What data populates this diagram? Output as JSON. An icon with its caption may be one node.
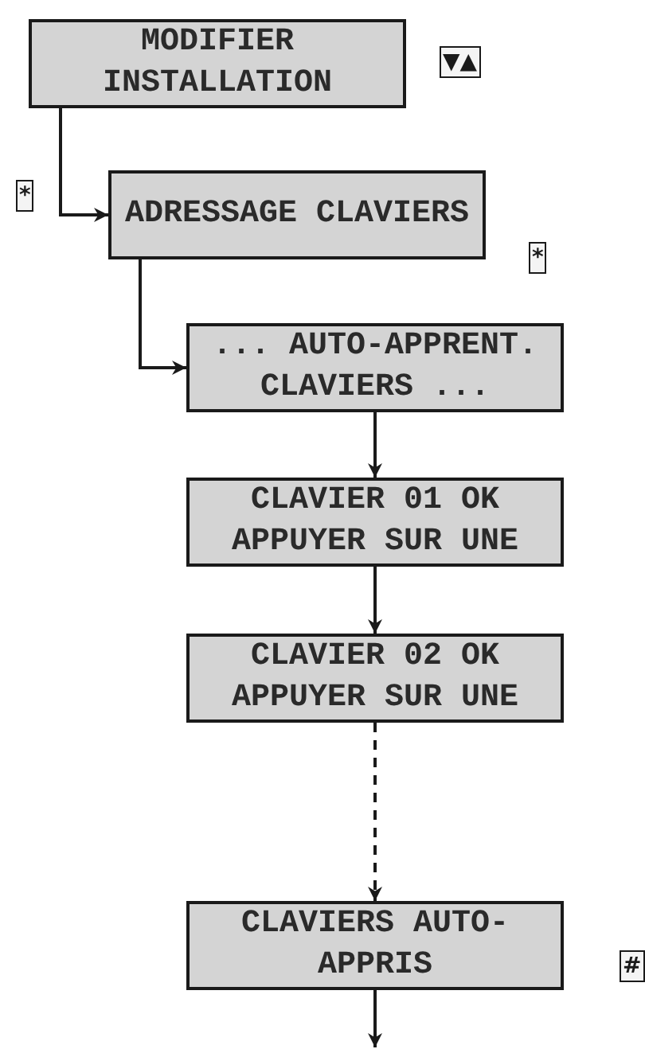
{
  "diagram": {
    "nodes": [
      {
        "text": [
          "MODIFIER INSTALLATION"
        ]
      },
      {
        "text": [
          "ADRESSAGE CLAVIERS"
        ]
      },
      {
        "text": [
          "... AUTO-APPRENT. CLAVIERS ..."
        ]
      },
      {
        "text": [
          "CLAVIER 01 OK APPUYER SUR UNE"
        ]
      },
      {
        "text": [
          "CLAVIER 02 OK APPUYER SUR UNE"
        ]
      },
      {
        "text": [
          "CLAVIERS AUTO-APPRIS"
        ]
      }
    ],
    "edges": [
      {
        "from": 0,
        "to": 1,
        "arrow": "to"
      },
      {
        "from": 1,
        "to": 2,
        "arrow": "to"
      },
      {
        "from": 2,
        "to": 3,
        "arrow": "to"
      },
      {
        "from": 3,
        "to": 4,
        "arrow": "to"
      },
      {
        "from": 4,
        "to": 5,
        "arrow": "to",
        "style": "dashed"
      },
      {
        "from": 5,
        "to": null,
        "arrow": "to"
      }
    ],
    "labels": [
      "▼▲",
      "*",
      "*",
      "#"
    ]
  }
}
